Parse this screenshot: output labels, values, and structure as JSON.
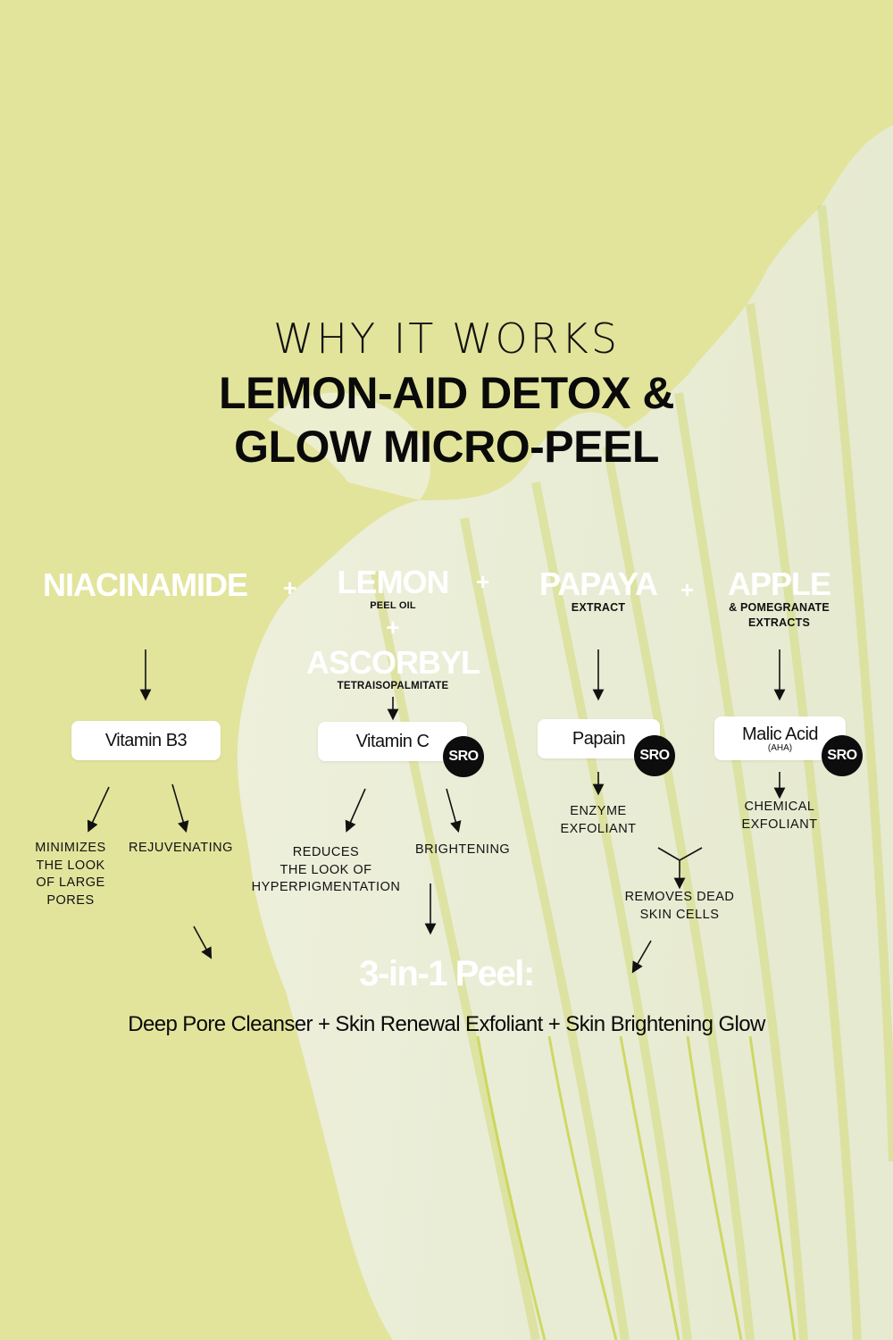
{
  "header": {
    "eyebrow": "WHY IT WORKS",
    "title_line1": "LEMON-AID DETOX &",
    "title_line2": "GLOW MICRO-PEEL"
  },
  "ingredients": [
    {
      "name": "NIACINAMIDE",
      "subtitle": ""
    },
    {
      "name": "LEMON",
      "subtitle": "PEEL OIL"
    },
    {
      "name": "ASCORBYL",
      "subtitle": "TETRAISOPALMITATE"
    },
    {
      "name": "PAPAYA",
      "subtitle": "EXTRACT"
    },
    {
      "name": "APPLE",
      "subtitle_line1": "& POMEGRANATE",
      "subtitle_line2": "EXTRACTS"
    }
  ],
  "plus_symbol": "+",
  "actives": [
    {
      "label": "Vitamin B3",
      "badge": ""
    },
    {
      "label": "Vitamin C",
      "badge": "SRO"
    },
    {
      "label": "Papain",
      "badge": "SRO"
    },
    {
      "label": "Malic Acid",
      "note": "(AHA)",
      "badge": "SRO"
    }
  ],
  "benefits": {
    "b3_a": [
      "MINIMIZES",
      "THE LOOK",
      "OF LARGE",
      "PORES"
    ],
    "b3_b": "REJUVENATING",
    "c_a": [
      "REDUCES",
      "THE LOOK OF",
      "HYPERPIGMENTATION"
    ],
    "c_b": "BRIGHTENING",
    "papain": [
      "ENZYME",
      "EXFOLIANT"
    ],
    "malic": [
      "CHEMICAL",
      "EXFOLIANT"
    ],
    "combined": [
      "REMOVES DEAD",
      "SKIN CELLS"
    ]
  },
  "summary": {
    "title": "3-in-1 Peel:",
    "subtitle": "Deep Pore Cleanser + Skin Renewal Exfoliant + Skin Brightening Glow"
  },
  "colors": {
    "background": "#e2e49c",
    "cream": "#e9ecd6",
    "text": "#111111",
    "highlight_text": "#ffffff",
    "badge": "#0d0d0d"
  }
}
